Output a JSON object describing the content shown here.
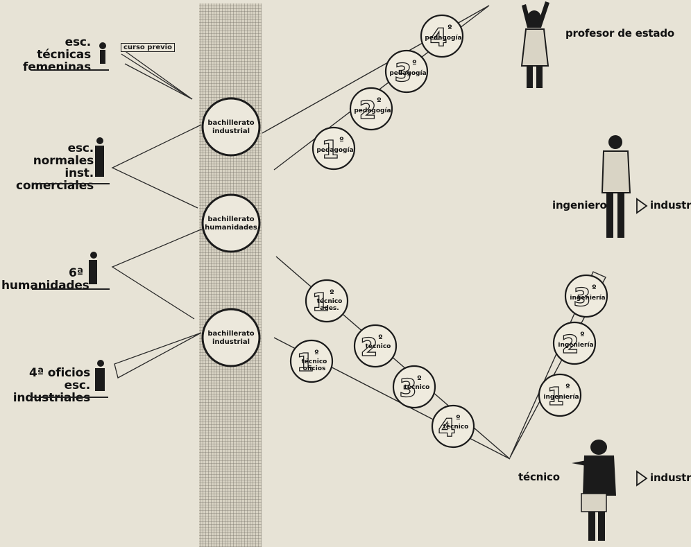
{
  "sources": [
    {
      "label_lines": [
        "esc. técnicas",
        "femeninas"
      ],
      "extra_box": "curso previo"
    },
    {
      "label_lines": [
        "esc. normales",
        "inst. comerciales"
      ]
    },
    {
      "label_lines": [
        "6ª humanidades"
      ]
    },
    {
      "label_lines": [
        "4ª oficios",
        "esc. industriales"
      ]
    }
  ],
  "bachilleratos": [
    {
      "lines": [
        "bachillerato",
        "industrial"
      ]
    },
    {
      "lines": [
        "bachillerato",
        "humanidades"
      ]
    },
    {
      "lines": [
        "bachillerato",
        "industrial"
      ]
    }
  ],
  "pedagogia": [
    {
      "num": "1",
      "sup": "º",
      "label": "pedagogía"
    },
    {
      "num": "2",
      "sup": "º",
      "label": "pedagogía"
    },
    {
      "num": "3",
      "sup": "º",
      "label": "pedagogía"
    },
    {
      "num": "4",
      "sup": "º",
      "label": "pedagogía"
    }
  ],
  "tecnico": [
    {
      "num": "1",
      "sup": "º",
      "lines": [
        "técnico",
        "ades."
      ]
    },
    {
      "num": "1",
      "sup": "º",
      "lines": [
        "técnico",
        "oficios"
      ]
    },
    {
      "num": "2",
      "sup": "º",
      "lines": [
        "técnico"
      ]
    },
    {
      "num": "3",
      "sup": "º",
      "lines": [
        "técnico"
      ]
    },
    {
      "num": "4",
      "sup": "º",
      "lines": [
        "técnico"
      ]
    }
  ],
  "ingenieria": [
    {
      "num": "1",
      "sup": "º",
      "label": "ingeniería"
    },
    {
      "num": "2",
      "sup": "º",
      "label": "ingeniería"
    },
    {
      "num": "3",
      "sup": "º",
      "label": "ingeniería"
    }
  ],
  "destinations": {
    "profesor": "profesor de estado",
    "ingeniero": "ingeniero",
    "ingeniero_industria": "industria",
    "tecnico": "técnico",
    "tecnico_industria": "industria"
  }
}
